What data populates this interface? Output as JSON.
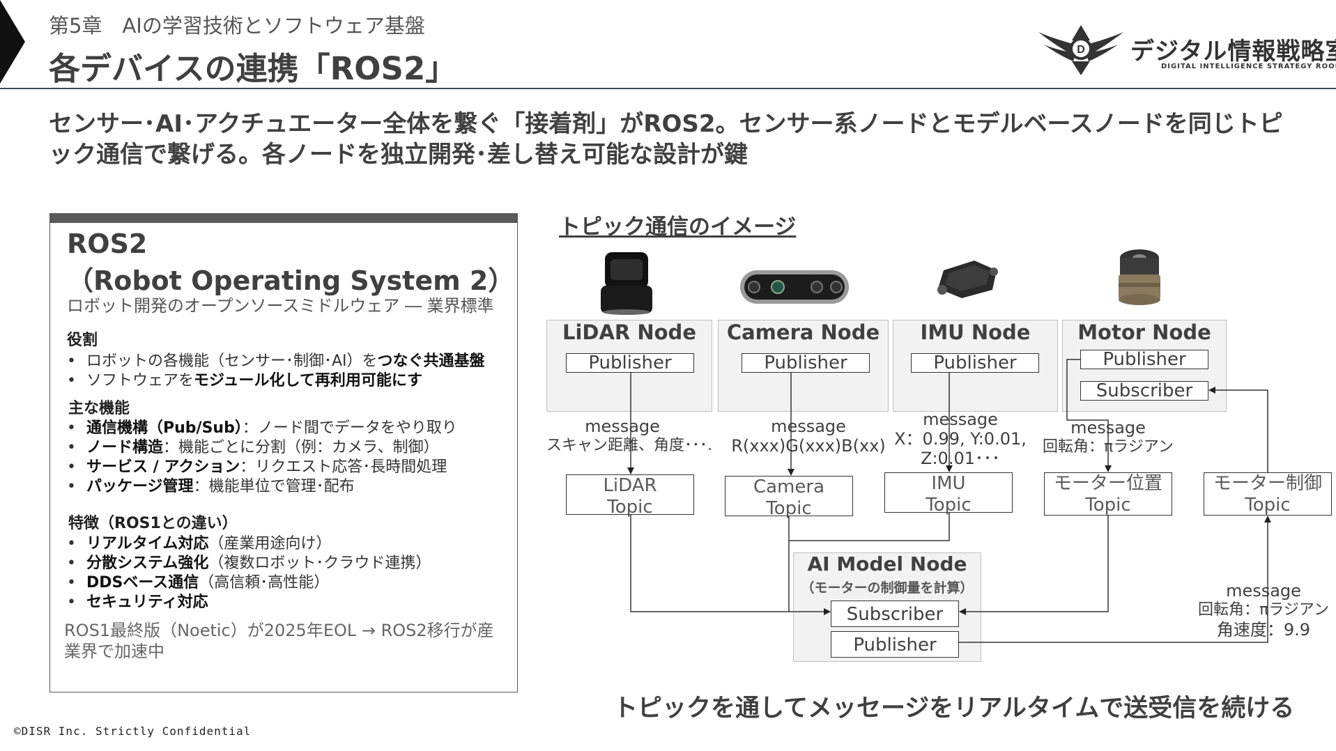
{
  "header": {
    "chapter": "第5章　AIの学習技術とソフトウェア基盤",
    "title": "各デバイスの連携「ROS2」",
    "logo_text": "デジタル情報戦略室",
    "logo_sub": "DIGITAL INTELLIGENCE STRATEGY ROOM",
    "logo_letter": "D"
  },
  "lead": "センサー･AI･アクチュエーター全体を繋ぐ「接着剤」がROS2。センサー系ノードとモデルベースノードを同じトピック通信で繋げる。各ノードを独立開発･差し替え可能な設計が鍵",
  "panel": {
    "title1": "ROS2",
    "title2": "（Robot Operating System 2）",
    "subtitle": "ロボット開発のオープンソースミドルウェア ― 業界標準",
    "role_heading": "役割",
    "role_items": [
      {
        "pre": "ロボットの各機能（センサー･制御･AI）を",
        "bold": "つなぐ共通基盤",
        "post": ""
      },
      {
        "pre": "ソフトウェアを",
        "bold": "モジュール化して再利用可能にす",
        "post": ""
      }
    ],
    "func_heading": "主な機能",
    "func_items": [
      {
        "bold": "通信機構（Pub/Sub）",
        "post": "：ノード間でデータをやり取り"
      },
      {
        "bold": "ノード構造",
        "post": "：機能ごとに分割（例：カメラ、制御）"
      },
      {
        "bold": "サービス / アクション",
        "post": "：リクエスト応答･長時間処理"
      },
      {
        "bold": "パッケージ管理",
        "post": "：機能単位で管理･配布"
      }
    ],
    "feat_heading": "特徴（ROS1との違い）",
    "feat_items": [
      {
        "bold": "リアルタイム対応",
        "post": "（産業用途向け）"
      },
      {
        "bold": "分散システム強化",
        "post": "（複数ロボット･クラウド連携）"
      },
      {
        "bold": "DDSベース通信",
        "post": "（高信頼･高性能）"
      },
      {
        "bold": "セキュリティ対応",
        "post": ""
      }
    ],
    "note": "ROS1最終版（Noetic）が2025年EOL → ROS2移行が産業界で加速中"
  },
  "diagram": {
    "title": "トピック通信のイメージ",
    "nodes": [
      {
        "name": "LiDAR Node",
        "pub": "Publisher",
        "icon": "lidar-device-icon"
      },
      {
        "name": "Camera Node",
        "pub": "Publisher",
        "icon": "depth-camera-icon"
      },
      {
        "name": "IMU Node",
        "pub": "Publisher",
        "icon": "imu-sensor-icon"
      },
      {
        "name": "Motor Node",
        "pub": "Publisher",
        "sub": "Subscriber",
        "icon": "motor-icon"
      }
    ],
    "messages": [
      {
        "l1": "message",
        "l2": "スキャン距離、角度･･･."
      },
      {
        "l1": "message",
        "l2": "R(xxx)G(xxx)B(xx)"
      },
      {
        "l1": "message",
        "l2": "X：0.99, Y:0.01,",
        "l3": "Z:0.01･･･"
      },
      {
        "l1": "message",
        "l2": "回転角：πラジアン"
      },
      {
        "l1": "message",
        "l2": "回転角：πラジアン",
        "l3": "角速度：9.9"
      }
    ],
    "topics": [
      {
        "l1": "LiDAR",
        "l2": "Topic"
      },
      {
        "l1": "Camera",
        "l2": "Topic"
      },
      {
        "l1": "IMU",
        "l2": "Topic"
      },
      {
        "l1": "モーター位置",
        "l2": "Topic"
      },
      {
        "l1": "モーター制御",
        "l2": "Topic"
      }
    ],
    "ai_node": {
      "name": "AI Model Node",
      "desc": "（モーターの制御量を計算）",
      "sub": "Subscriber",
      "pub": "Publisher"
    },
    "footer": "トピックを通してメッセージをリアルタイムで送受信を続ける"
  },
  "copyright": "©DISR Inc. Strictly Confidential"
}
